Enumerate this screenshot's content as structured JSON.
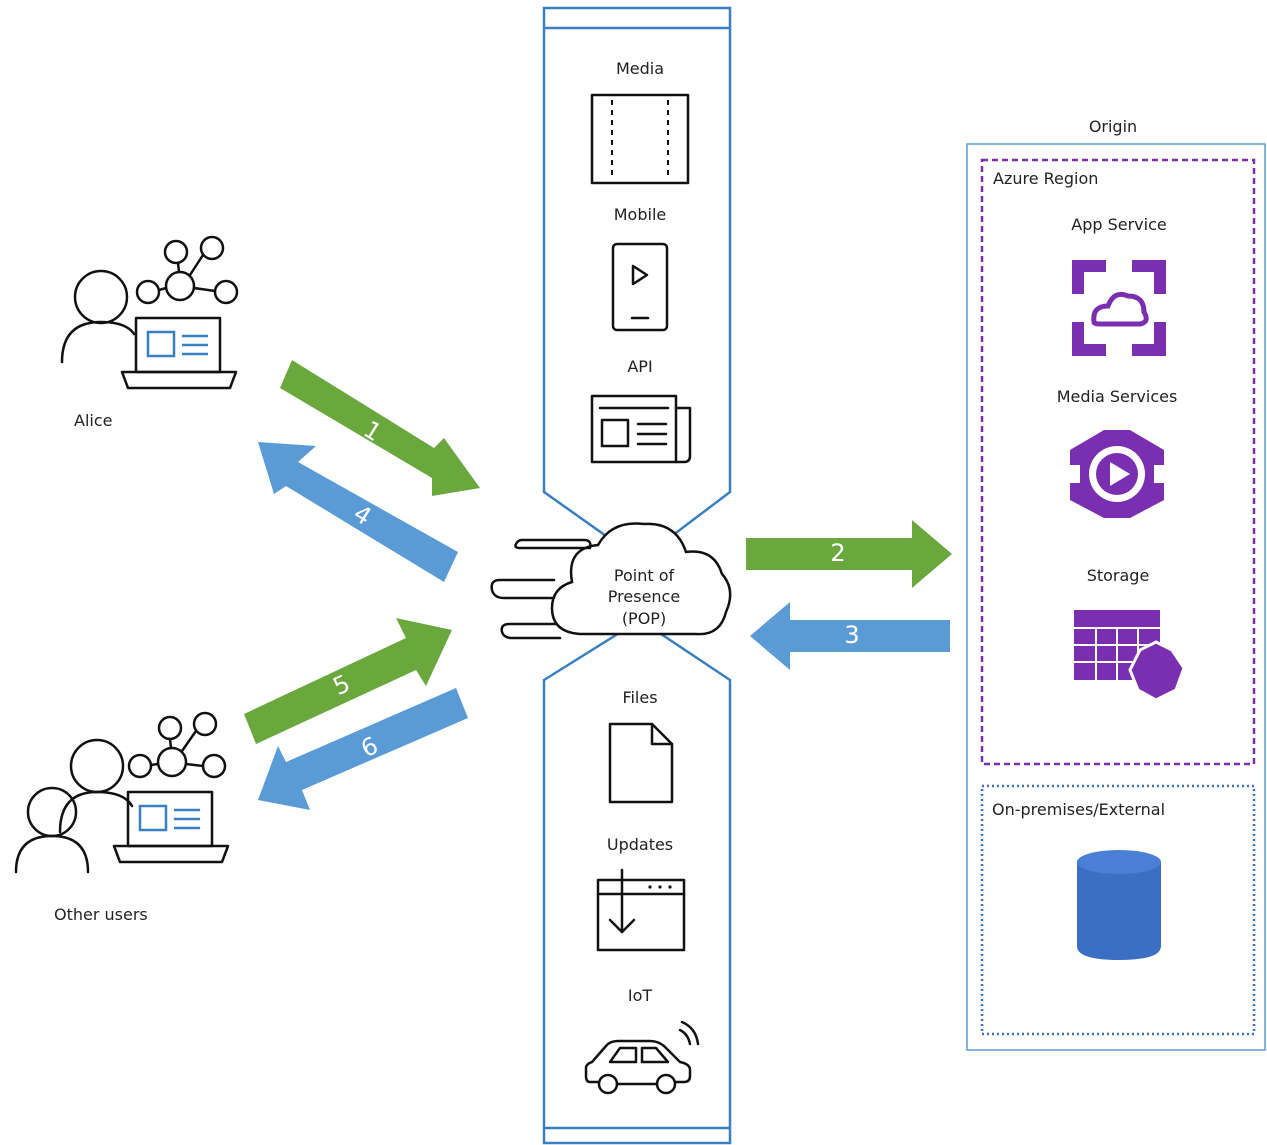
{
  "users": {
    "alice_label": "Alice",
    "others_label": "Other users"
  },
  "center": {
    "top_items": [
      "Media",
      "Mobile",
      "API"
    ],
    "bottom_items": [
      "Files",
      "Updates",
      "IoT"
    ],
    "pop_lines": [
      "Point of",
      "Presence",
      "(POP)"
    ]
  },
  "origin": {
    "title": "Origin",
    "azure_region": {
      "title": "Azure Region",
      "services": [
        "App Service",
        "Media Services",
        "Storage"
      ]
    },
    "onprem": {
      "title": "On-premises/External"
    }
  },
  "steps": [
    "1",
    "2",
    "3",
    "4",
    "5",
    "6"
  ],
  "colors": {
    "green_arrow": "#6aa83e",
    "blue_arrow": "#5b9bd5",
    "azure_purple": "#7a2fb0",
    "onprem_blue": "#3b6fc4",
    "panel_border": "#5b9bd5"
  },
  "icons": {
    "media": "film-strip-icon",
    "mobile": "mobile-phone-icon",
    "api": "newspaper-icon",
    "files": "document-icon",
    "updates": "download-window-icon",
    "iot": "connected-car-icon",
    "app_service": "app-service-icon",
    "media_services": "media-services-icon",
    "storage": "storage-icon",
    "database": "database-cylinder-icon",
    "pop": "cloud-speed-icon",
    "user": "user-network-laptop-icon"
  }
}
